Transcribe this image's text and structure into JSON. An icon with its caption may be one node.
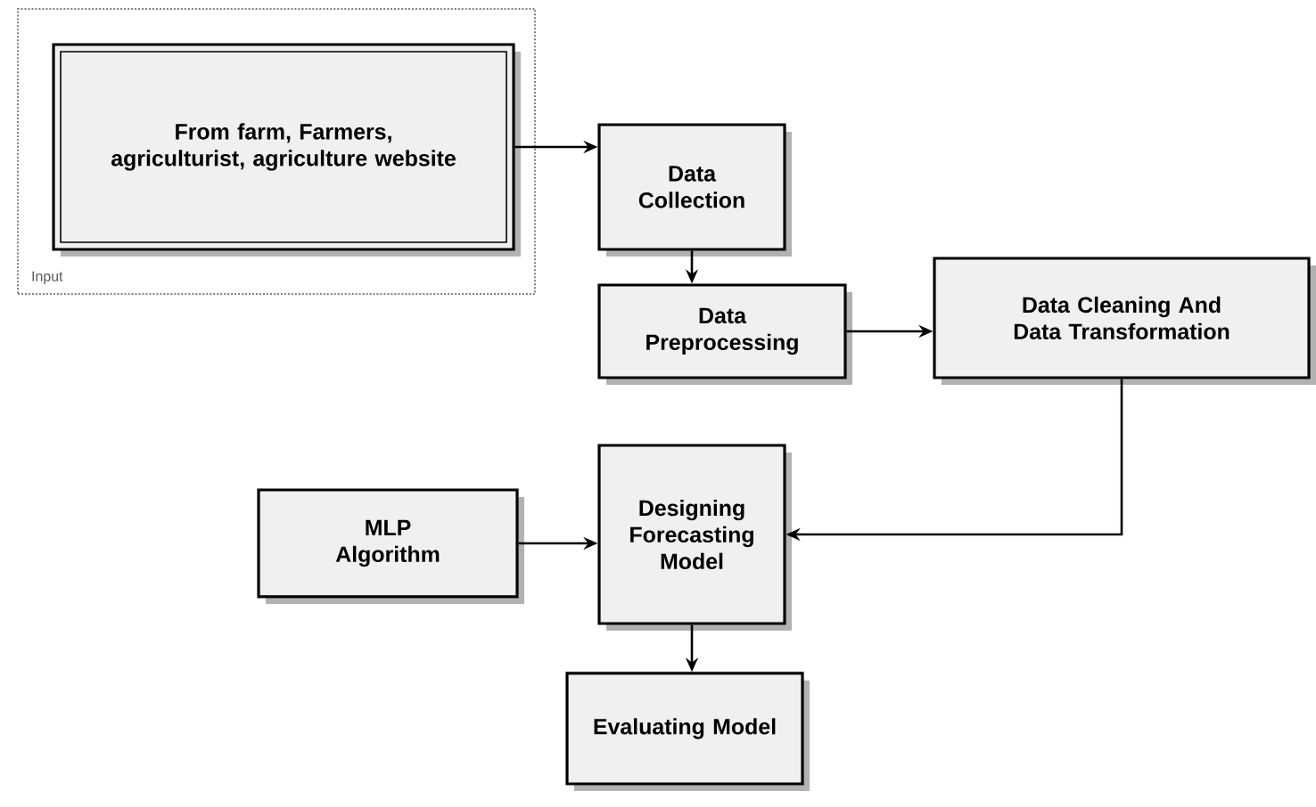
{
  "diagram": {
    "nodes": [
      {
        "text": [
          "Input"
        ]
      },
      {
        "text": [
          "From farm, Farmers, agriculturist, agriculture website"
        ],
        "in": 0
      },
      {
        "text": [
          "Data Collection"
        ]
      },
      {
        "text": [
          "Data Preprocessing"
        ]
      },
      {
        "text": [
          "Data Cleaning And Data Transformation"
        ]
      },
      {
        "text": [
          "MLP Algorithm"
        ]
      },
      {
        "text": [
          "Designing Forecasting Model"
        ]
      },
      {
        "text": [
          "Evaluating Model"
        ]
      }
    ],
    "edges": [
      {
        "from": 1,
        "to": 2,
        "arrow": "to"
      },
      {
        "from": 2,
        "to": 3,
        "arrow": "to"
      },
      {
        "from": 3,
        "to": 4,
        "arrow": "to"
      },
      {
        "from": 4,
        "to": 6,
        "arrow": "to"
      },
      {
        "from": 5,
        "to": 6,
        "arrow": "to"
      },
      {
        "from": 6,
        "to": 7,
        "arrow": "to"
      }
    ]
  }
}
